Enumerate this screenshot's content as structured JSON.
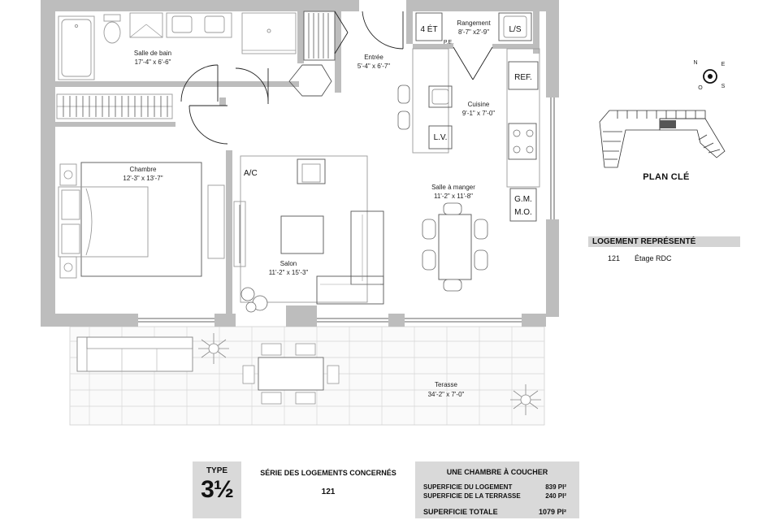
{
  "rooms": {
    "bathroom": {
      "name": "Salle de bain",
      "dim": "17'-4\" x 6'-6\""
    },
    "storage": {
      "name": "Rangement",
      "dim": "8'-7\" x2'-9\""
    },
    "entrance": {
      "name": "Entrée",
      "dim": "5'-4\" x 6'-7\""
    },
    "kitchen": {
      "name": "Cuisine",
      "dim": "9'-1\" x 7'-0\""
    },
    "bedroom": {
      "name": "Chambre",
      "dim": "12'-3\" x 13'-7\""
    },
    "dining": {
      "name": "Salle à manger",
      "dim": "11'-2\" x 11'-8\""
    },
    "living": {
      "name": "Salon",
      "dim": "11'-2\" x 15'-3\""
    },
    "terrace": {
      "name": "Terasse",
      "dim": "34'-2\" x 7'-0\""
    }
  },
  "fixtures": {
    "water_heater": "4 ÉT",
    "washer_dryer": "L/S",
    "pe": "P.E.",
    "fridge": "REF.",
    "dishwasher": "L.V.",
    "microwave_top": "G.M.",
    "microwave_bottom": "M.O.",
    "ac": "A/C"
  },
  "compass": {
    "n": "N",
    "e": "E",
    "s": "S",
    "o": "O"
  },
  "keyplan": {
    "title": "PLAN CLÉ"
  },
  "represented": {
    "header": "LOGEMENT REPRÉSENTÉ",
    "unit": "121",
    "floor": "Étage RDC"
  },
  "info": {
    "type_label": "TYPE",
    "type_value": "3½",
    "series_title": "SÉRIE DES LOGEMENTS CONCERNÉS",
    "series_units": "121",
    "bedroom_title": "UNE CHAMBRE À COUCHER",
    "unit_area_label": "SUPERFICIE DU LOGEMENT",
    "unit_area_value": "839 PI²",
    "terrace_area_label": "SUPERFICIE DE LA TERRASSE",
    "terrace_area_value": "240 PI²",
    "total_area_label": "SUPERFICIE TOTALE",
    "total_area_value": "1079 PI²"
  },
  "colors": {
    "wall": "#bdbdbd",
    "panel": "#d9d9d9",
    "header": "#d4d4d4",
    "line": "#222222"
  }
}
